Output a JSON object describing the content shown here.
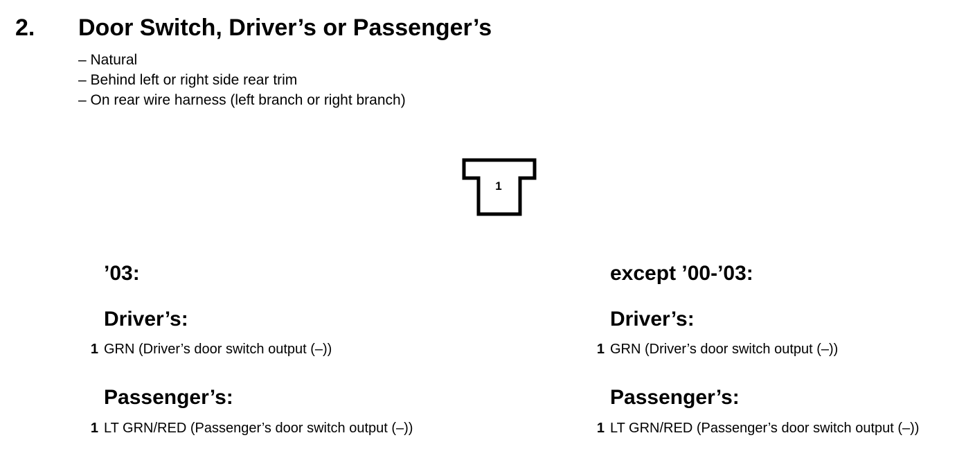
{
  "heading": {
    "number": "2.",
    "title": "Door Switch, Driver’s or Passenger’s"
  },
  "notes": [
    "– Natural",
    "– Behind left or right side rear trim",
    "– On rear wire harness (left branch or right branch)"
  ],
  "connector": {
    "pin_label": "1"
  },
  "columns": [
    {
      "model": "’03:",
      "driver": {
        "heading": "Driver’s:",
        "pin": "1",
        "desc": "GRN (Driver’s door switch output (–))"
      },
      "passenger": {
        "heading": "Passenger’s:",
        "pin": "1",
        "desc": "LT GRN/RED (Passenger’s door switch output (–))"
      }
    },
    {
      "model": "except ’00-’03:",
      "driver": {
        "heading": "Driver’s:",
        "pin": "1",
        "desc": "GRN (Driver’s door switch output (–))"
      },
      "passenger": {
        "heading": "Passenger’s:",
        "pin": "1",
        "desc": "LT GRN/RED (Passenger’s door switch output (–))"
      }
    }
  ]
}
